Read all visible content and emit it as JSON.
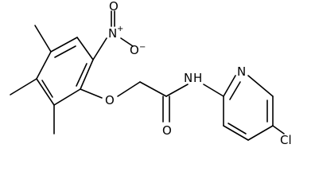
{
  "atoms": {
    "nitro_n": "N",
    "nitro_n_charge": "+",
    "nitro_o_top": "O",
    "nitro_o_right": "O",
    "nitro_o_charge": "−",
    "ether_o": "O",
    "carbonyl_o": "O",
    "amide_n": "N",
    "amide_h": "H",
    "pyridine_n": "N",
    "chlorine": "Cl"
  },
  "colors": {
    "bond": "#000000",
    "text": "#000000",
    "background": "#ffffff"
  }
}
